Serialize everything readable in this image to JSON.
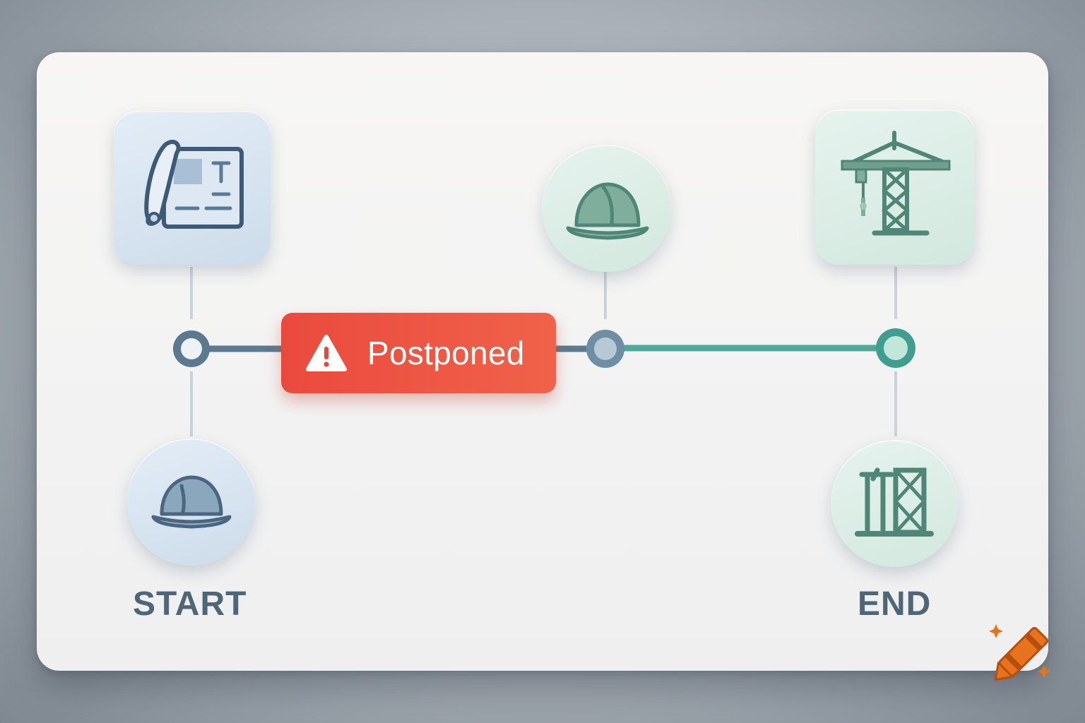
{
  "timeline": {
    "status_label": "Postponed",
    "start_label": "START",
    "end_label": "END",
    "icons": {
      "top_left": "blueprint-icon",
      "top_middle": "hard-hat-icon",
      "top_right": "tower-crane-icon",
      "bottom_left": "hard-hat-icon",
      "bottom_right": "scaffold-icon",
      "status": "warning-icon"
    }
  },
  "colors": {
    "postponed": "#ea4a3d",
    "planned": "#5b7a90",
    "active": "#4fa89a"
  }
}
